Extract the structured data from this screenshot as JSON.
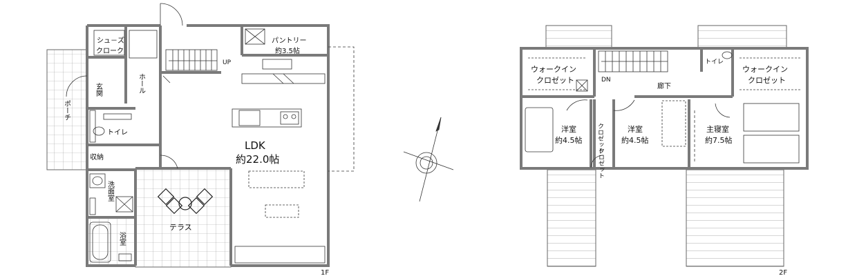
{
  "floor1": {
    "label": "1F",
    "rooms": {
      "shoes_1": "シュ－ズ",
      "shoes_2": "クローク",
      "pantry_1": "パントリー",
      "pantry_2": "約3.5帖",
      "up": "UP",
      "entrance": "玄関",
      "hall": "ホール",
      "porch": "ポーチ",
      "toilet": "トイレ",
      "storage": "収納",
      "ldk_1": "LDK",
      "ldk_2": "約22.0帖",
      "washroom": "洗面室",
      "terrace": "テラス",
      "bath": "浴室"
    }
  },
  "floor2": {
    "label": "2F",
    "rooms": {
      "wic1_1": "ウォークイン",
      "wic1_2": "クロゼット",
      "dn": "DN",
      "toilet": "トイレ",
      "wic2_1": "ウォークイン",
      "wic2_2": "クロゼット",
      "corridor": "廊下",
      "yoshitsu1_1": "洋室",
      "yoshitsu1_2": "約4.5帖",
      "closet_a": "クロゼット",
      "yoshitsu2_1": "洋室",
      "yoshitsu2_2": "約4.5帖",
      "closet_b": "クロゼット",
      "master_1": "主寝室",
      "master_2": "約7.5帖"
    }
  },
  "colors": {
    "wall": "#7a7a7a",
    "line": "#333333",
    "fill": "#ffffff"
  }
}
